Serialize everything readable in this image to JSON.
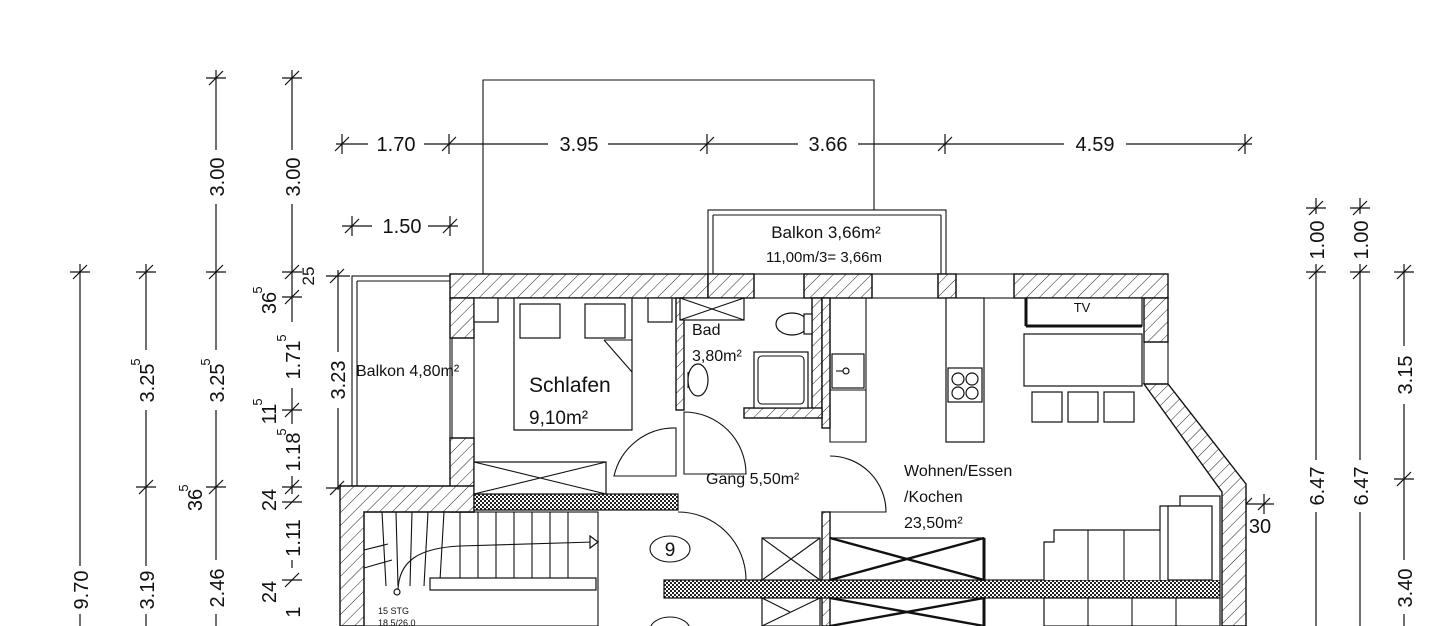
{
  "plan": {
    "top_dimensions": [
      "1.70",
      "3.95",
      "3.66",
      "4.59"
    ],
    "balcony_projection": "1.50",
    "left_dimensions": {
      "total": "9.70",
      "col2": [
        "3.25",
        "3.19"
      ],
      "col3": [
        "3.00",
        "3.25",
        "2.46"
      ],
      "col4": [
        "3.00",
        "1.71",
        "1.18",
        "1.11",
        "1"
      ],
      "col5": [
        "3.23"
      ],
      "small": [
        "36",
        "11",
        "24",
        "24",
        "25",
        "36"
      ],
      "superscript": "5"
    },
    "right_dimensions": {
      "a": [
        "1.00",
        "6.47"
      ],
      "b": [
        "1.00",
        "6.47"
      ],
      "c": [
        "3.15",
        "3.40"
      ],
      "offset": "30"
    },
    "rooms": {
      "balkon_top_name": "Balkon 3,66m²",
      "balkon_top_calc": "11,00m/3= 3,66m",
      "balkon_left": "Balkon 4,80m²",
      "bedroom_name": "Schlafen",
      "bedroom_area": "9,10m²",
      "bath_name": "Bad",
      "bath_area": "3,80m²",
      "hall": "Gang 5,50m²",
      "living_line1": "Wohnen/Essen",
      "living_line2": "/Kochen",
      "living_area": "23,50m²",
      "tv": "TV"
    },
    "stairs": {
      "label1": "15 STG",
      "label2": "18,5/26,0",
      "step_marker": "9"
    }
  }
}
